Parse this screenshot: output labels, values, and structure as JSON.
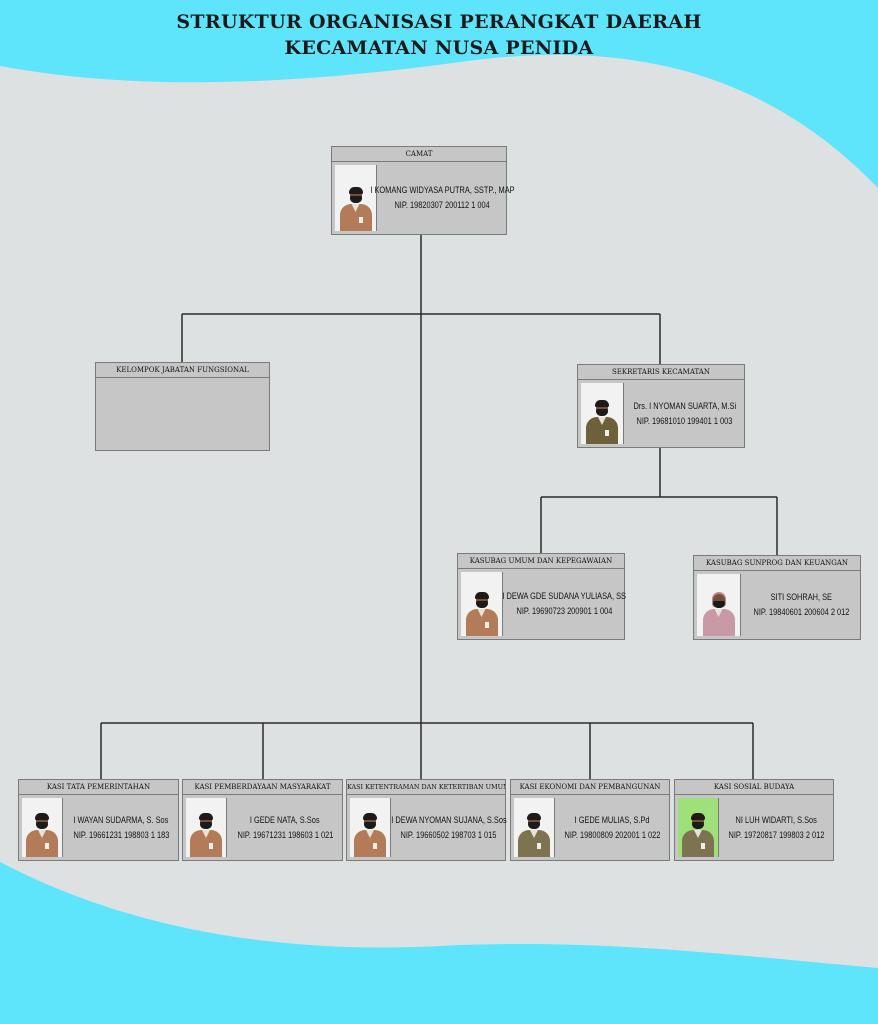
{
  "title": {
    "line1": "STRUKTUR ORGANISASI PERANGKAT DAERAH",
    "line2": "KECAMATAN NUSA PENIDA"
  },
  "colors": {
    "background_wave": "#5ee5fb",
    "page_gray": "#dde1e2",
    "box_fill": "#c6c6c6",
    "box_border": "#7a7a7a",
    "connector": "#2b2b2b"
  },
  "camat": {
    "position": "CAMAT",
    "name": "I KOMANG WIDYASA PUTRA, SSTP., MAP",
    "nip": "NIP. 19820307 200112 1 004",
    "icon": "person-photo"
  },
  "fungsional": {
    "position": "KELOMPOK JABATAN FUNGSIONAL"
  },
  "sekretaris": {
    "position": "SEKRETARIS KECAMATAN",
    "name": "Drs. I NYOMAN SUARTA, M.Si",
    "nip": "NIP. 19681010 199401 1 003",
    "icon": "person-photo"
  },
  "kasubag": [
    {
      "position": "KASUBAG UMUM DAN KEPEGAWAIAN",
      "name": "I DEWA GDE SUDANA YULIASA, SS",
      "nip": "NIP. 19690723 200901 1 004",
      "icon": "person-photo"
    },
    {
      "position": "KASUBAG SUNPROG DAN KEUANGAN",
      "name": "SITI SOHRAH, SE",
      "nip": "NIP. 19840601 200604 2 012",
      "icon": "person-photo"
    }
  ],
  "kasi": [
    {
      "position": "KASI TATA PEMERINTAHAN",
      "name": "I WAYAN SUDARMA, S. Sos",
      "nip": "NIP. 19661231 198803 1 183",
      "icon": "person-photo"
    },
    {
      "position": "KASI PEMBERDAYAAN MASYARAKAT",
      "name": "I GEDE NATA, S.Sos",
      "nip": "NIP. 19671231 198603 1 021",
      "icon": "person-photo"
    },
    {
      "position": "KASI KETENTRAMAN DAN KETERTIBAN UMUM",
      "name": "I DEWA NYOMAN SUJANA, S.Sos",
      "nip": "NIP. 19660502 198703 1 015",
      "icon": "person-photo"
    },
    {
      "position": "KASI EKONOMI DAN PEMBANGUNAN",
      "name": "I GEDE MULIAS, S.Pd",
      "nip": "NIP. 19800809 202001 1 022",
      "icon": "person-photo"
    },
    {
      "position": "KASI SOSIAL BUDAYA",
      "name": "NI LUH WIDARTI, S.Sos",
      "nip": "NIP. 19720817 199803 2 012",
      "icon": "person-photo"
    }
  ]
}
